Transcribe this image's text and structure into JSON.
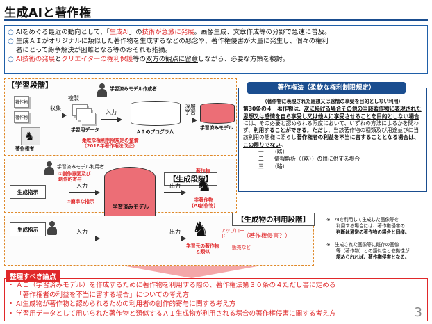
{
  "title": "生成AIと著作権",
  "intro": {
    "b1_pre": "AIをめぐる最近の動向として、「",
    "b1_red": "生成AI",
    "b1_mid": "」の",
    "b1_red2": "技術が急激に発展",
    "b1_post": "。画像生成、文章作成等の分野で急速に普及。",
    "b2_l1": "生成ＡＩがオリジナルに類似した著作物を生成するなどの懸念や、著作権侵害が大量に発生し、個々の権利",
    "b2_l2": "者にとって紛争解決が困難となる等のおそれも指摘。",
    "b3_red1": "AI技術の発展",
    "b3_mid1": "と",
    "b3_red2": "クリエイターの権利保護",
    "b3_mid2": "等の",
    "b3_u": "双方の観点に留意",
    "b3_post": "しながら、必要な方策を検討。"
  },
  "learning": {
    "label": "【学習段階】",
    "works_label": "著作物",
    "collect": "収集",
    "copy": "複製",
    "training_data": "学習用データ",
    "input": "入力",
    "ai_program": "ＡＩのプログラム",
    "deep_learning": "深層学習",
    "trained_model": "学習済みモデル",
    "model_creator": "学習済みモデル作成者",
    "rights_holder": "著作権者",
    "flexible_note_l1": "柔軟な権利制限規定の整備",
    "flexible_note_l2": "（2018年著作権法改正）"
  },
  "law": {
    "title": "著作権法（柔軟な権利制限規定）",
    "subtitle": "（著作物に表現された思想又は感情の享受を目的としない利用）",
    "art_pre": "第30条の４　著作物は、",
    "art_u1": "次に掲げる場合その他の当該著作物に表現された思想又は感情を自ら享受し又は他人に享受させることを目的としない場合",
    "art_mid": "には、その必要と認められる限度において、いずれの方法によるかを問わず、",
    "art_u2": "利用することができる",
    "art_mid2": "。",
    "art_u3": "ただし",
    "art_mid3": "、当該著作物の種類及び用途並びに当該利用の態様に照らし",
    "art_u4": "著作権者の利益を不当に害することとなる場合は、この限りでない",
    "art_end": "。",
    "item1": "一　　（略）",
    "item2": "二　　情報解析（（略））の用に供する場合",
    "item3": "三　　（略）"
  },
  "generation": {
    "label": "【生成段階】",
    "user": "学習済みモデル利用者",
    "contrib1": "①創作意図及び",
    "contrib2": "創作的寄与",
    "instruction_box": "生成指示",
    "simple_instruction": "②簡単な指示",
    "input": "入力",
    "output": "出力",
    "trained_model": "学習済みモデル",
    "work": "著作物",
    "non_work_l1": "非著作物",
    "non_work_l2": "(AI創作物)"
  },
  "usage": {
    "label": "【生成物の利用段階】",
    "instruction_box": "生成指示",
    "input": "入力",
    "output": "出力",
    "upload": "アップロー",
    "upload2": "ド",
    "sale": "販売など",
    "infringe": "（著作権侵害？）",
    "similar_l1": "学習元の著作物",
    "similar_l2": "と類似",
    "note1_l1": "AIを利用して生成した画像等を",
    "note1_l2": "利用する場合には、著作権侵害の",
    "note1_l3": "判断は通常の著作物の場合と同様。",
    "note2_l1": "生成された画像等に既存の画像",
    "note2_l2": "等（著作物）との類似性と依拠性が",
    "note2_l3": "認められれば、著作権侵害となる。"
  },
  "issues": {
    "label": "整理すべき論点",
    "i1_l1": "ＡＩ（学習済みモデル）を作成するために著作物を利用する際の、著作権法第３０条の４ただし書に定める",
    "i1_l2": "「著作権者の利益を不当に害する場合」についての考え方",
    "i2": "AI生成物が著作物と認められるための利用者の創作的寄与に関する考え方",
    "i3": "学習用データとして用いられた著作物と類似するＡＩ生成物が利用される場合の著作権侵害に関する考え方"
  },
  "page_number": "3",
  "colors": {
    "accent_blue": "#1a4d8f",
    "accent_red": "#e0282a",
    "panel_dash": "#e08a2a"
  },
  "icons": [
    "horse-icon",
    "person-icon",
    "database-cylinder-icon",
    "document-icon"
  ]
}
